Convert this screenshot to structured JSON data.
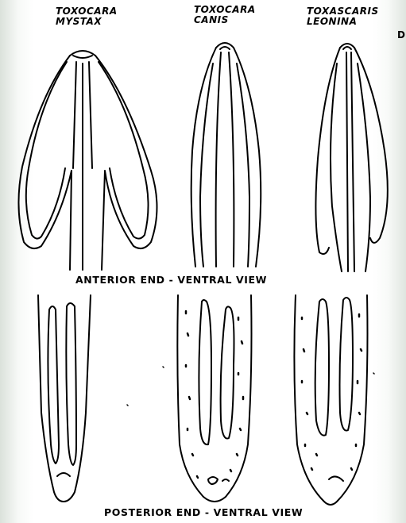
{
  "species_labels": [
    {
      "genus": "TOXOCARA",
      "species": "MYSTAX"
    },
    {
      "genus": "TOXOCARA",
      "species": "CANIS"
    },
    {
      "genus": "TOXASCARIS",
      "species": "LEONINA"
    }
  ],
  "corner_fragment": "D",
  "captions": {
    "anterior": "ANTERIOR END - VENTRAL VIEW",
    "posterior": "POSTERIOR END - VENTRAL VIEW"
  }
}
